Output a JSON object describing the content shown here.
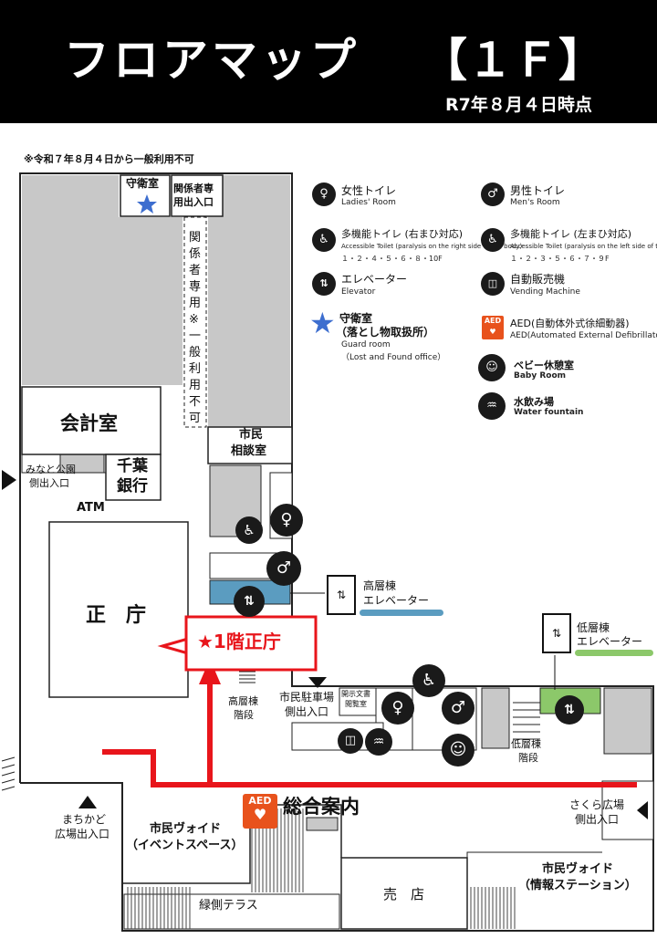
{
  "header": {
    "title": "フロアマップ",
    "floor": "【１Ｆ】",
    "date": "R7年８月４日時点"
  },
  "notice": "※令和７年８月４日から一般利用不可",
  "legend": {
    "female_toilet": {
      "ja": "女性トイレ",
      "en": "Ladies' Room",
      "icon": "female-icon"
    },
    "male_toilet": {
      "ja": "男性トイレ",
      "en": "Men's Room",
      "icon": "male-icon"
    },
    "accessible_right": {
      "ja": "多機能トイレ (右まひ対応)",
      "en": "Accessible Toilet (paralysis on the right side of the body)",
      "floors": "１・２・４・５・６・８・10F",
      "icon": "wheelchair-icon"
    },
    "accessible_left": {
      "ja": "多機能トイレ (左まひ対応)",
      "en": "Accessible Toilet (paralysis on the left side of the body)",
      "floors": "１・２・３・５・６・７・９F",
      "icon": "wheelchair-icon"
    },
    "elevator": {
      "ja": "エレベーター",
      "en": "Elevator",
      "icon": "elevator-icon"
    },
    "vending": {
      "ja": "自動販売機",
      "en": "Vending Machine",
      "icon": "vending-icon"
    },
    "guard": {
      "ja1": "守衛室",
      "ja2": "（落とし物取扱所）",
      "en1": "Guard room",
      "en2": "（Lost and Found office）",
      "icon": "star-icon"
    },
    "aed": {
      "ja": "AED(自動体外式徐細動器)",
      "en": "AED(Automated External Defibrillator)",
      "badge": "AED",
      "icon": "aed-icon"
    },
    "baby": {
      "ja": "ベビー休憩室",
      "en": "Baby Room",
      "icon": "baby-icon"
    },
    "water": {
      "ja": "水飲み場",
      "en": "Water fountain",
      "icon": "water-icon"
    }
  },
  "map": {
    "guard_room": "守衛室",
    "staff_entrance_1": "関係者専",
    "staff_entrance_2": "用出入口",
    "staff_only_vertical": "関係者専用※一般利用不可",
    "accounting": "会計室",
    "minato_1": "みなと公園",
    "minato_2": "側出入口",
    "bank_1": "千葉",
    "bank_2": "銀行",
    "atm": "ATM",
    "citizen_consult_1": "市民",
    "citizen_consult_2": "相談室",
    "main_office": "正　庁",
    "callout": "★1階正庁",
    "high_elevator_1": "高層棟",
    "high_elevator_2": "エレベーター",
    "low_elevator_1": "低層棟",
    "low_elevator_2": "エレベーター",
    "high_stairs_1": "高層棟",
    "high_stairs_2": "階段",
    "parking_1": "市民駐車場",
    "parking_2": "側出入口",
    "documents_1": "開示文書",
    "documents_2": "閲覧室",
    "low_stairs_1": "低層棟",
    "low_stairs_2": "階段",
    "info_desk": "総合案内",
    "aed_badge": "AED",
    "machikado_1": "まちかど",
    "machikado_2": "広場出入口",
    "sakura_1": "さくら広場",
    "sakura_2": "側出入口",
    "void_event_1": "市民ヴォイド",
    "void_event_2": "（イベントスペース）",
    "shop": "売　店",
    "terrace": "緑側テラス",
    "void_info_1": "市民ヴォイド",
    "void_info_2": "（情報ステーション）"
  },
  "colors": {
    "header_bg": "#000000",
    "wall_gray": "#c8c8c8",
    "route_red": "#e8151b",
    "high_elevator_blue": "#5b9cc0",
    "low_elevator_green": "#8cc86a",
    "guard_star_blue": "#3d6ecf",
    "aed_orange": "#e8521c"
  }
}
